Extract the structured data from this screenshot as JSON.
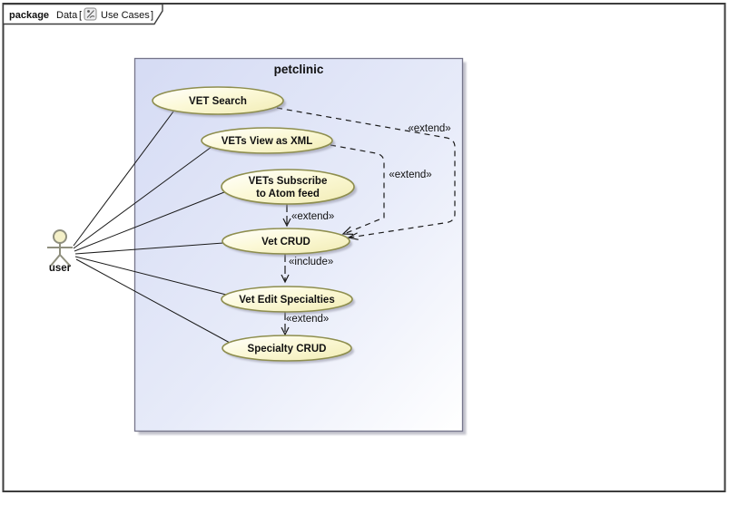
{
  "tab": {
    "keyword": "package",
    "model_name": "Data",
    "open_bracket": "[",
    "diagram_name": "Use Cases",
    "close_bracket": "]"
  },
  "frame": {
    "title": "petclinic"
  },
  "actor": {
    "name": "user"
  },
  "use_cases": [
    {
      "name": "VET Search"
    },
    {
      "name": "VETs View as XML"
    },
    {
      "name": "VETs Subscribe to Atom feed",
      "line1": "VETs Subscribe",
      "line2": "to Atom feed"
    },
    {
      "name": "Vet CRUD"
    },
    {
      "name": "Vet Edit Specialties"
    },
    {
      "name": "Specialty CRUD"
    }
  ],
  "relationships": [
    {
      "from": "user",
      "to": "VET Search",
      "type": "association",
      "label": ""
    },
    {
      "from": "user",
      "to": "VETs View as XML",
      "type": "association",
      "label": ""
    },
    {
      "from": "user",
      "to": "VETs Subscribe to Atom feed",
      "type": "association",
      "label": ""
    },
    {
      "from": "user",
      "to": "Vet CRUD",
      "type": "association",
      "label": ""
    },
    {
      "from": "user",
      "to": "Vet Edit Specialties",
      "type": "association",
      "label": ""
    },
    {
      "from": "user",
      "to": "Specialty CRUD",
      "type": "association",
      "label": ""
    },
    {
      "from": "VET Search",
      "to": "Vet CRUD",
      "type": "extend",
      "label": "«extend»"
    },
    {
      "from": "VETs View as XML",
      "to": "Vet CRUD",
      "type": "extend",
      "label": "«extend»"
    },
    {
      "from": "VETs Subscribe to Atom feed",
      "to": "Vet CRUD",
      "type": "extend",
      "label": "«extend»"
    },
    {
      "from": "Vet CRUD",
      "to": "Vet Edit Specialties",
      "type": "include",
      "label": "«include»"
    },
    {
      "from": "Vet Edit Specialties",
      "to": "Specialty CRUD",
      "type": "extend",
      "label": "«extend»"
    }
  ],
  "colors": {
    "page_border": "#3d3d3d",
    "frame_gradient_start": "#d6dcf5",
    "frame_gradient_end": "#ffffff",
    "frame_border": "#75758a",
    "use_case_fill": "#fcf9d8",
    "use_case_border": "#8e8e4e",
    "edge_color": "#1a1a1a",
    "shadow_color": "#9b9bac"
  }
}
